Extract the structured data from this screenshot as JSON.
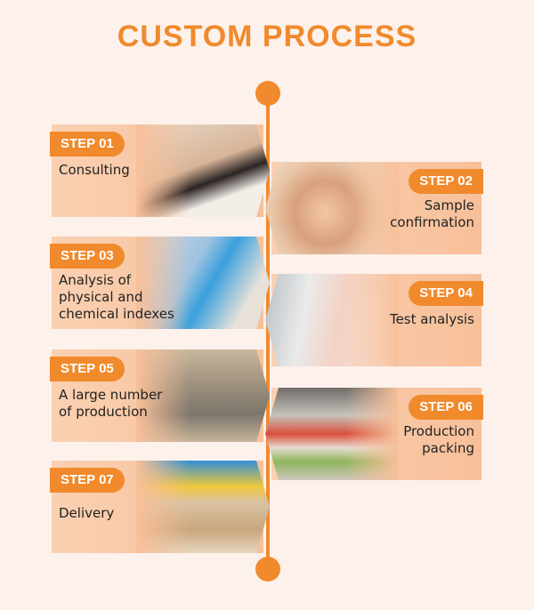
{
  "title": "CUSTOM PROCESS",
  "steps": [
    {
      "badge": "STEP 01",
      "text": "Consulting"
    },
    {
      "badge": "STEP 02",
      "text": "Sample\nconfirmation"
    },
    {
      "badge": "STEP 03",
      "text": "Analysis of\nphysical and\nchemical indexes"
    },
    {
      "badge": "STEP 04",
      "text": "Test analysis"
    },
    {
      "badge": "STEP 05",
      "text": "A large number\nof production"
    },
    {
      "badge": "STEP 06",
      "text": "Production\npacking"
    },
    {
      "badge": "STEP 07",
      "text": "Delivery"
    }
  ],
  "colors": {
    "accent": "#f08a2c",
    "background": "#fdf1ec",
    "card": "#f7c09a"
  }
}
